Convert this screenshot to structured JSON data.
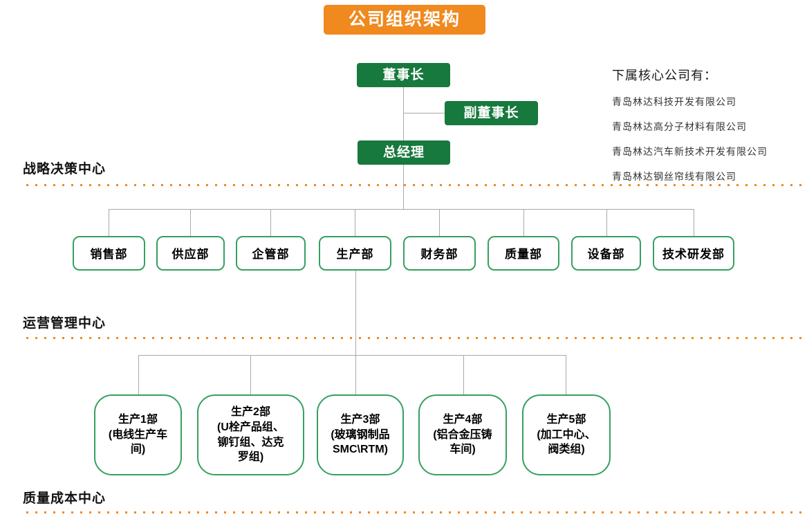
{
  "title": "公司组织架构",
  "executives": {
    "chairman": "董事长",
    "vice_chairman": "副董事长",
    "general_manager": "总经理"
  },
  "subsidiaries": {
    "heading": "下属核心公司有：",
    "items": [
      "青岛林达科技开发有限公司",
      "青岛林达高分子材料有限公司",
      "青岛林达汽车新技术开发有限公司",
      "青岛林达钢丝帘线有限公司"
    ]
  },
  "centers": [
    {
      "label": "战略决策中心"
    },
    {
      "label": "运营管理中心"
    },
    {
      "label": "质量成本中心"
    }
  ],
  "departments": [
    {
      "label": "销售部"
    },
    {
      "label": "供应部"
    },
    {
      "label": "企管部"
    },
    {
      "label": "生产部"
    },
    {
      "label": "财务部"
    },
    {
      "label": "质量部"
    },
    {
      "label": "设备部"
    },
    {
      "label": "技术研发部"
    }
  ],
  "production_units": [
    {
      "name": "生产1部",
      "detail": "(电线生产车\n间)"
    },
    {
      "name": "生产2部",
      "detail": "(U栓产品组、\n铆钉组、达克\n罗组)"
    },
    {
      "name": "生产3部",
      "detail": "(玻璃钢制品\nSMC\\RTM)"
    },
    {
      "name": "生产4部",
      "detail": "(铝合金压铸\n车间)"
    },
    {
      "name": "生产5部",
      "detail": "(加工中心、\n阀类组)"
    }
  ],
  "colors": {
    "accent_orange": "#F0891E",
    "solid_green": "#17793D",
    "outline_green": "#36A05F",
    "connector_gray": "#A9A9A9"
  }
}
